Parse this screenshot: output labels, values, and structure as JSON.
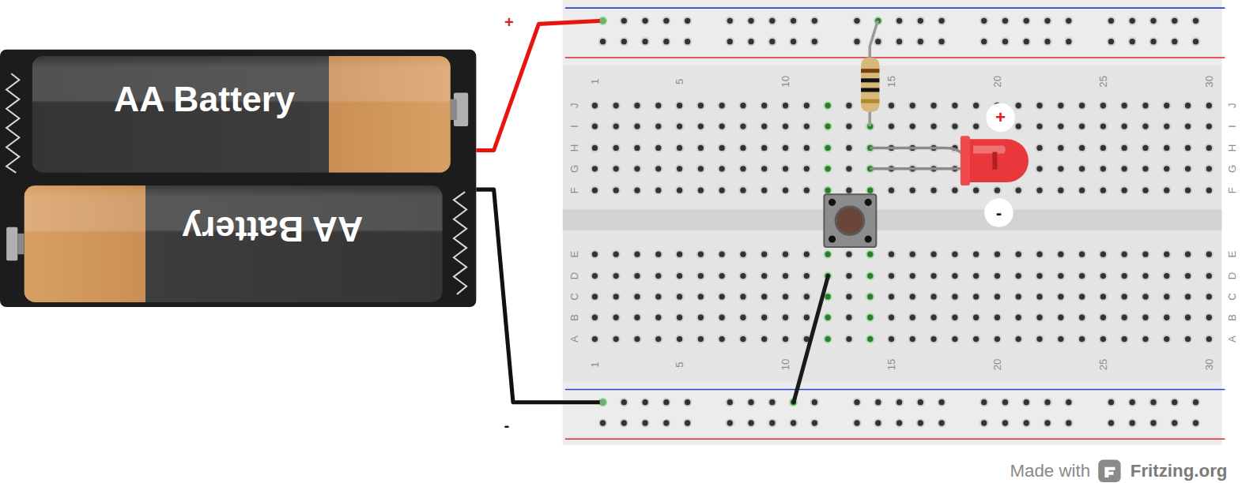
{
  "diagram": {
    "nodes": [
      {
        "text": [
          "AA Battery"
        ]
      },
      {
        "text": [
          "AA Battery"
        ]
      },
      {
        "text": [
          "+"
        ]
      },
      {
        "text": [
          "-"
        ]
      }
    ],
    "labels": [
      "+",
      "-",
      "J",
      "I",
      "H",
      "G",
      "F",
      "E",
      "D",
      "C",
      "B",
      "A",
      "J",
      "I",
      "H",
      "G",
      "F",
      "E",
      "D",
      "C",
      "B",
      "A",
      "1",
      "5",
      "10",
      "15",
      "20",
      "25",
      "30",
      "1",
      "5",
      "10",
      "15",
      "20",
      "25",
      "30",
      "Made with",
      "Fritzing.org"
    ]
  }
}
